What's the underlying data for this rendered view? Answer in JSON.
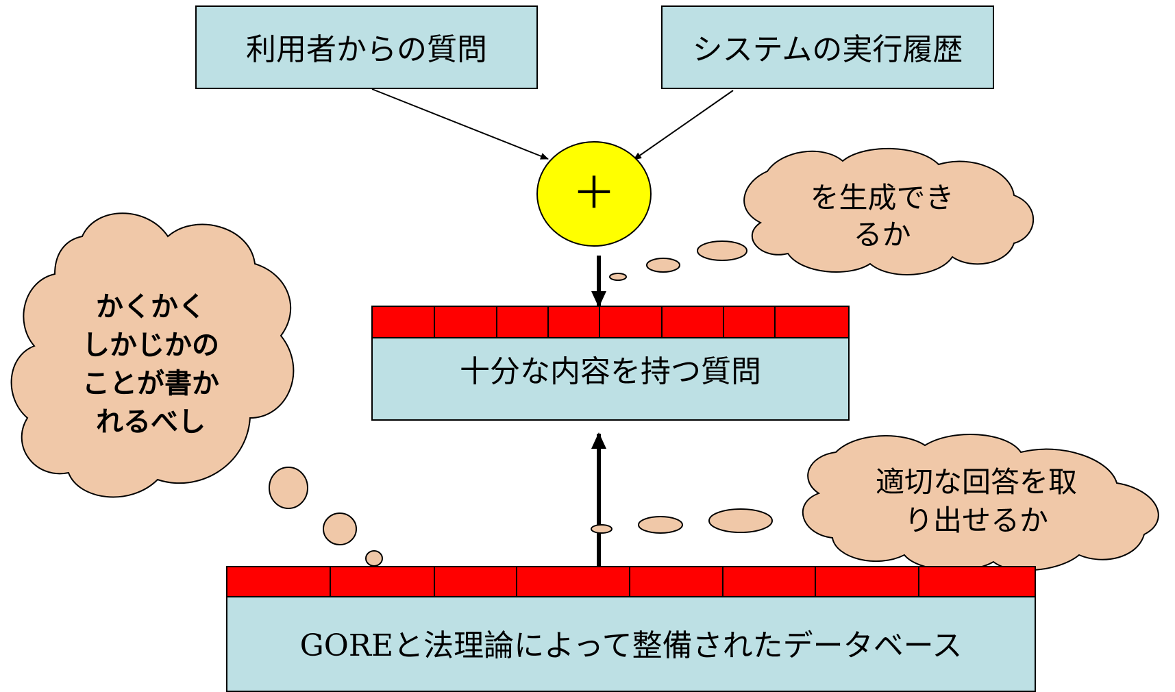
{
  "input_boxes": {
    "user_question": "利用者からの質問",
    "system_history": "システムの実行履歴"
  },
  "combine_node": {
    "symbol": "＋"
  },
  "middle_box": {
    "label": "十分な内容を持つ質問"
  },
  "bottom_box": {
    "label": "GOREと法理論によって整備されたデータベース"
  },
  "clouds": {
    "left": [
      "かくかく",
      "しかじかの",
      "ことが書か",
      "れるべし"
    ],
    "top_right": [
      "を生成でき",
      "るか"
    ],
    "bottom_right": [
      "適切な回答を取",
      "り出せるか"
    ]
  },
  "colors": {
    "box_fill": "#bde0e4",
    "bar_fill": "#ff0000",
    "node_fill": "#ffff00",
    "cloud_fill": "#f0c8a8"
  }
}
